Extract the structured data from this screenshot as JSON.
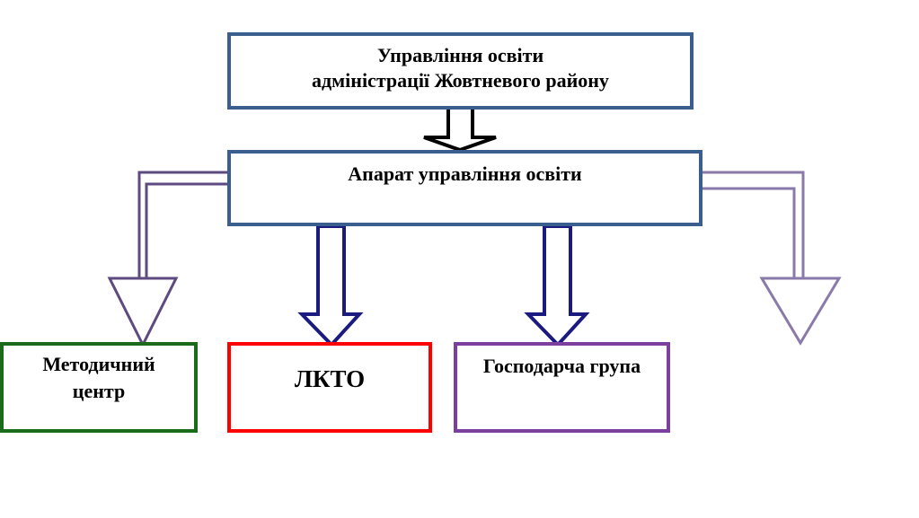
{
  "diagram": {
    "top_node": {
      "line1": "Управління освіти",
      "line2": "адміністрації Жовтневого району"
    },
    "middle_node": {
      "label": "Апарат управління освіти"
    },
    "bottom_nodes": [
      {
        "line1": "Методичний",
        "line2": "центр"
      },
      {
        "label": "ЛКТО"
      },
      {
        "label": "Господарча група"
      }
    ]
  },
  "colors": {
    "top_border": "#3a5f8f",
    "middle_border": "#3a5f8f",
    "method_border": "#1a6b1a",
    "lkto_border": "#ff0000",
    "gosp_border": "#7b3fa0",
    "blue_arrows": "#1a1a80",
    "side_arrows": "#5c4a80"
  }
}
